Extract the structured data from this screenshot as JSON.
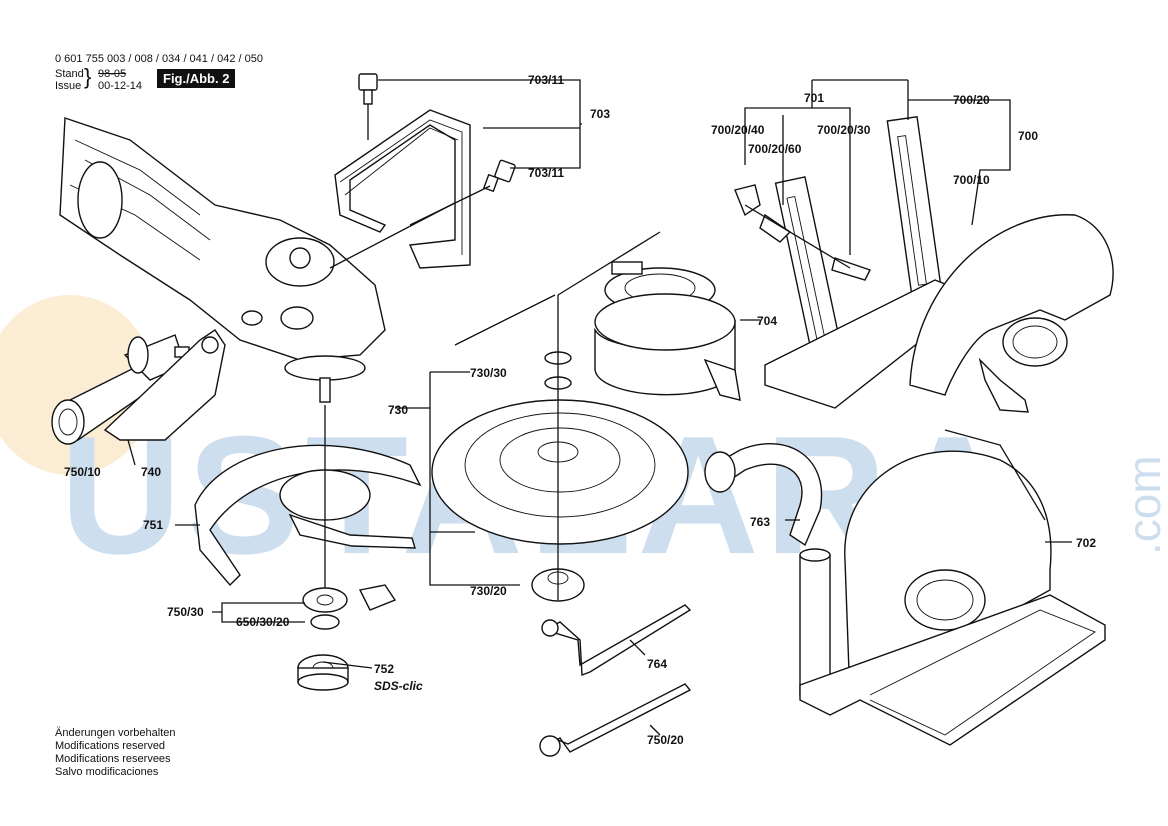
{
  "header": {
    "part_numbers": "0 601 755 003 / 008 / 034 / 041 / 042 / 050",
    "stand_label": "Stand",
    "issue_label": "Issue",
    "old_date": "98-05",
    "new_date": "00-12-14",
    "figure_label": "Fig./Abb. 2"
  },
  "watermark": {
    "text": "USTALARA",
    "suffix": ".com",
    "color": "#1f6fb3",
    "accent": "#f0b040"
  },
  "part_labels": {
    "p703_11_top": "703/11",
    "p703": "703",
    "p703_11_bottom": "703/11",
    "p701": "701",
    "p700_20": "700/20",
    "p700_20_40": "700/20/40",
    "p700_20_30": "700/20/30",
    "p700_20_60": "700/20/60",
    "p700": "700",
    "p700_10": "700/10",
    "p704": "704",
    "p730_30": "730/30",
    "p730": "730",
    "p730_20": "730/20",
    "p750_10": "750/10",
    "p740": "740",
    "p751": "751",
    "p763": "763",
    "p702": "702",
    "p750_30": "750/30",
    "p650_30_20": "650/30/20",
    "p752": "752",
    "sds_clic": "SDS-clic",
    "p764": "764",
    "p750_20": "750/20"
  },
  "footer_notes": [
    "Änderungen vorbehalten",
    "Modifications reserved",
    "Modifications reservees",
    "Salvo modificaciones"
  ]
}
